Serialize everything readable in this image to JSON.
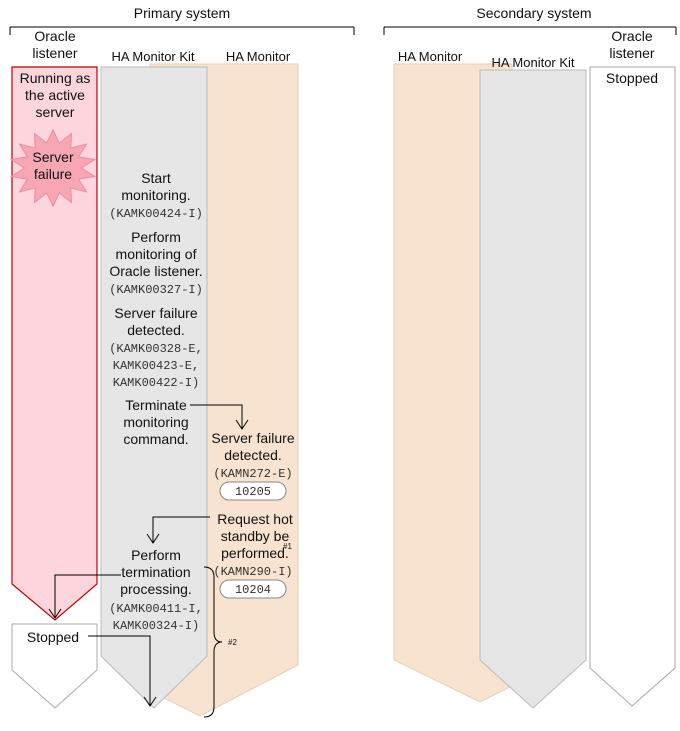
{
  "primary_system": {
    "title": "Primary system",
    "columns": {
      "oracle_listener": {
        "header": [
          "Oracle",
          "listener"
        ],
        "state": [
          "Running as",
          "the active",
          "server"
        ],
        "failure": [
          "Server",
          "failure"
        ],
        "stopped": "Stopped"
      },
      "ha_monitor_kit": {
        "header": "HA Monitor Kit"
      },
      "ha_monitor": {
        "header": "HA Monitor"
      }
    },
    "kit_steps": [
      {
        "lines": [
          "Start",
          "monitoring."
        ],
        "codes": [
          "(KAMK00424-I)"
        ]
      },
      {
        "lines": [
          "Perform",
          "monitoring of",
          "Oracle listener."
        ],
        "codes": [
          "(KAMK00327-I)"
        ]
      },
      {
        "lines": [
          "Server failure",
          "detected."
        ],
        "codes": [
          "(KAMK00328-E,",
          "KAMK00423-E,",
          "KAMK00422-I)"
        ]
      },
      {
        "lines": [
          "Terminate",
          "monitoring",
          "command."
        ],
        "codes": []
      },
      {
        "lines": [
          "Perform",
          "termination",
          "processing."
        ],
        "codes": [
          "(KAMK00411-I,",
          "KAMK00324-I)"
        ]
      }
    ],
    "monitor_steps": [
      {
        "lines": [
          "Server failure",
          "detected."
        ],
        "codes": [
          "(KAMN272-E)"
        ],
        "badge": "10205"
      },
      {
        "lines": [
          "Request hot",
          "standby be",
          "performed."
        ],
        "note": "#1",
        "codes": [
          "(KAMN290-I)"
        ],
        "badge": "10204"
      }
    ],
    "brace_note": "#2"
  },
  "secondary_system": {
    "title": "Secondary system",
    "columns": {
      "ha_monitor": {
        "header": "HA Monitor"
      },
      "ha_monitor_kit": {
        "header": "HA Monitor Kit"
      },
      "oracle_listener": {
        "header": [
          "Oracle",
          "listener"
        ],
        "state": "Stopped"
      }
    }
  },
  "colors": {
    "listener_active_fill": "#fdd5dc",
    "listener_active_stroke": "#c00000",
    "failure_burst": "#f7a6b4",
    "kit_fill": "#e6e6e6",
    "monitor_fill": "#f7e3cf",
    "outline": "#aaaaaa"
  }
}
